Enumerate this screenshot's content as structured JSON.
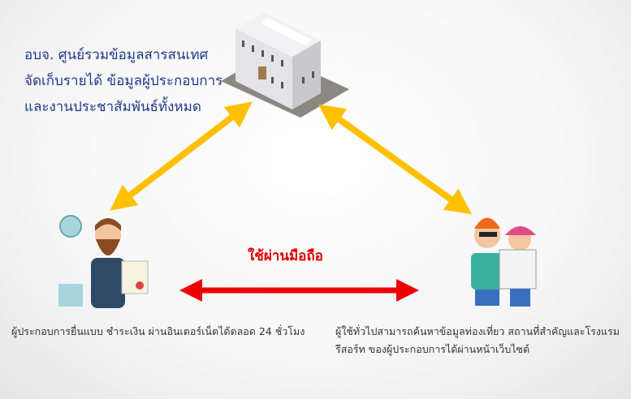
{
  "center_info": {
    "lines": [
      "อบจ. ศูนย์รวมข้อมูลสารสนเทศ",
      "จัดเก็บรายได้ ข้อมูลผู้ประกอบการ",
      "และงานประชาสัมพันธ์ทั้งหมด"
    ]
  },
  "mobile_label": "ใช้ผ่านมือถือ",
  "business_caption": "ผู้ประกอบการยื่นแบบ ชำระเงิน ผ่านอินเตอร์เน็ตได้ตลอด 24 ชั่วโมง",
  "tourist_caption": [
    "ผู้ใช้ทั่วไปสามารถค้นหาข้อมูลท่องเที่ยว สถานที่สำคัญและโรงแรม",
    "รีสอร์ท ของผู้ประกอบการได้ผ่านหน้าเว็บไซต์"
  ],
  "colors": {
    "yellow_arrow": "#ffc000",
    "red_arrow": "#ee0000",
    "text_blue": "#1f3a8a"
  }
}
